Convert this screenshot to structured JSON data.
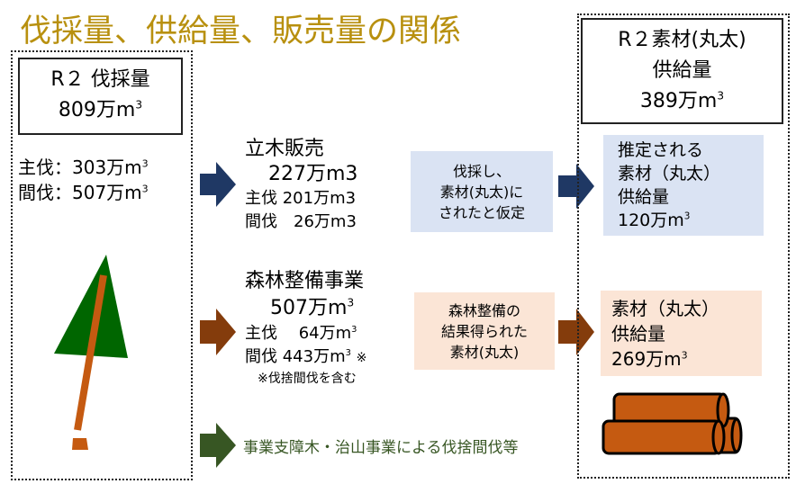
{
  "title": "伐採量、供給量、販売量の関係",
  "colors": {
    "title": "#b8900f",
    "navy": "#1f3864",
    "brown": "#843c0c",
    "green": "#375623",
    "blue_box": "#dae3f3",
    "pink_box": "#fbe5d6",
    "tree": "#006600",
    "trunk": "#c55a11"
  },
  "left": {
    "header_line1": "R２ 伐採量",
    "header_value": "809万m",
    "sup": "3",
    "main_cut": "主伐：303万m",
    "thin_cut": "間伐：507万m"
  },
  "standing": {
    "title": "立木販売",
    "total": "227万m3",
    "main": "主伐 201万m3",
    "thin": "間伐　26万m3",
    "box": [
      "伐採し、",
      "素材(丸太)に",
      "されたと仮定"
    ]
  },
  "forest": {
    "title": "森林整備事業",
    "total": "507万m",
    "main": "主伐　 64万m",
    "thin": "間伐  443万m",
    "mark": "※",
    "note": "※伐捨間伐を含む",
    "box": [
      "森林整備の",
      "結果得られた",
      "素材(丸太)"
    ]
  },
  "other": {
    "text": "事業支障木・治山事業による伐捨間伐等"
  },
  "right": {
    "header_line1": "R２素材(丸太)",
    "header_line2": "供給量",
    "header_value": "389万m",
    "estimated": [
      "推定される",
      "素材（丸太）",
      "供給量"
    ],
    "estimated_value": "120万m",
    "supply": [
      "素材（丸太）",
      "供給量"
    ],
    "supply_value": "269万m"
  }
}
